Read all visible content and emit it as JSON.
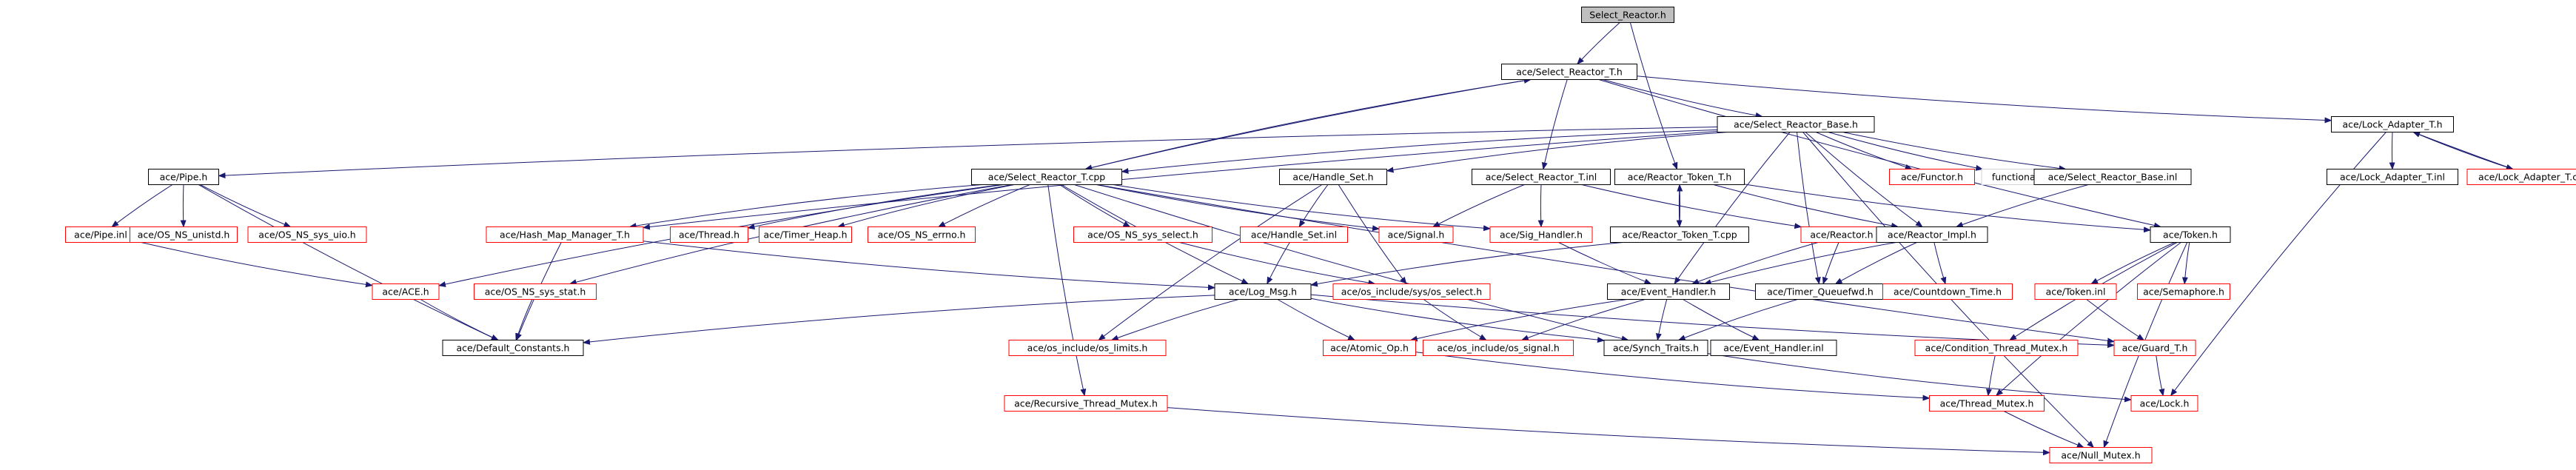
{
  "graph": {
    "nodes": [
      {
        "id": "select_reactor_h",
        "label": "Select_Reactor.h",
        "style": "root"
      },
      {
        "id": "select_reactor_t_h",
        "label": "ace/Select_Reactor_T.h",
        "style": "normal"
      },
      {
        "id": "lock_adapter_t_h",
        "label": "ace/Lock_Adapter_T.h",
        "style": "normal"
      },
      {
        "id": "select_reactor_base_h",
        "label": "ace/Select_Reactor_Base.h",
        "style": "normal"
      },
      {
        "id": "pipe_h",
        "label": "ace/Pipe.h",
        "style": "normal"
      },
      {
        "id": "select_reactor_t_cpp",
        "label": "ace/Select_Reactor_T.cpp",
        "style": "normal"
      },
      {
        "id": "handle_set_h",
        "label": "ace/Handle_Set.h",
        "style": "normal"
      },
      {
        "id": "select_reactor_t_inl",
        "label": "ace/Select_Reactor_T.inl",
        "style": "normal"
      },
      {
        "id": "reactor_token_t_h",
        "label": "ace/Reactor_Token_T.h",
        "style": "normal"
      },
      {
        "id": "functor_h",
        "label": "ace/Functor.h",
        "style": "missing"
      },
      {
        "id": "functional",
        "label": "functional",
        "style": "plain"
      },
      {
        "id": "select_reactor_base_inl",
        "label": "ace/Select_Reactor_Base.inl",
        "style": "normal"
      },
      {
        "id": "lock_adapter_t_inl",
        "label": "ace/Lock_Adapter_T.inl",
        "style": "normal"
      },
      {
        "id": "lock_adapter_t_cpp",
        "label": "ace/Lock_Adapter_T.cpp",
        "style": "missing"
      },
      {
        "id": "pipe_inl",
        "label": "ace/Pipe.inl",
        "style": "missing"
      },
      {
        "id": "os_ns_unistd_h",
        "label": "ace/OS_NS_unistd.h",
        "style": "missing"
      },
      {
        "id": "os_ns_sys_uio_h",
        "label": "ace/OS_NS_sys_uio.h",
        "style": "missing"
      },
      {
        "id": "hash_map_manager_t_h",
        "label": "ace/Hash_Map_Manager_T.h",
        "style": "missing"
      },
      {
        "id": "thread_h",
        "label": "ace/Thread.h",
        "style": "missing"
      },
      {
        "id": "timer_heap_h",
        "label": "ace/Timer_Heap.h",
        "style": "missing"
      },
      {
        "id": "os_ns_errno_h",
        "label": "ace/OS_NS_errno.h",
        "style": "missing"
      },
      {
        "id": "os_ns_sys_select_h",
        "label": "ace/OS_NS_sys_select.h",
        "style": "missing"
      },
      {
        "id": "signal_h",
        "label": "ace/Signal.h",
        "style": "missing"
      },
      {
        "id": "handle_set_inl",
        "label": "ace/Handle_Set.inl",
        "style": "missing"
      },
      {
        "id": "sig_handler_h",
        "label": "ace/Sig_Handler.h",
        "style": "missing"
      },
      {
        "id": "reactor_token_t_cpp",
        "label": "ace/Reactor_Token_T.cpp",
        "style": "normal"
      },
      {
        "id": "reactor_h",
        "label": "ace/Reactor.h",
        "style": "missing"
      },
      {
        "id": "reactor_impl_h",
        "label": "ace/Reactor_Impl.h",
        "style": "normal"
      },
      {
        "id": "token_h",
        "label": "ace/Token.h",
        "style": "normal"
      },
      {
        "id": "ace_h",
        "label": "ace/ACE.h",
        "style": "missing"
      },
      {
        "id": "os_ns_sys_stat_h",
        "label": "ace/OS_NS_sys_stat.h",
        "style": "missing"
      },
      {
        "id": "log_msg_h",
        "label": "ace/Log_Msg.h",
        "style": "normal"
      },
      {
        "id": "os_include_sys_os_select_h",
        "label": "ace/os_include/sys/os_select.h",
        "style": "missing"
      },
      {
        "id": "event_handler_h",
        "label": "ace/Event_Handler.h",
        "style": "normal"
      },
      {
        "id": "timer_queuefwd_h",
        "label": "ace/Timer_Queuefwd.h",
        "style": "normal"
      },
      {
        "id": "countdown_time_h",
        "label": "ace/Countdown_Time.h",
        "style": "missing"
      },
      {
        "id": "token_inl",
        "label": "ace/Token.inl",
        "style": "missing"
      },
      {
        "id": "semaphore_h",
        "label": "ace/Semaphore.h",
        "style": "missing"
      },
      {
        "id": "default_constants_h",
        "label": "ace/Default_Constants.h",
        "style": "normal"
      },
      {
        "id": "os_include_os_limits_h",
        "label": "ace/os_include/os_limits.h",
        "style": "missing"
      },
      {
        "id": "atomic_op_h",
        "label": "ace/Atomic_Op.h",
        "style": "missing"
      },
      {
        "id": "os_include_os_signal_h",
        "label": "ace/os_include/os_signal.h",
        "style": "missing"
      },
      {
        "id": "synch_traits_h",
        "label": "ace/Synch_Traits.h",
        "style": "normal"
      },
      {
        "id": "event_handler_inl",
        "label": "ace/Event_Handler.inl",
        "style": "normal"
      },
      {
        "id": "condition_thread_mutex_h",
        "label": "ace/Condition_Thread_Mutex.h",
        "style": "missing"
      },
      {
        "id": "guard_t_h",
        "label": "ace/Guard_T.h",
        "style": "missing"
      },
      {
        "id": "recursive_thread_mutex_h",
        "label": "ace/Recursive_Thread_Mutex.h",
        "style": "missing"
      },
      {
        "id": "thread_mutex_h",
        "label": "ace/Thread_Mutex.h",
        "style": "missing"
      },
      {
        "id": "lock_h",
        "label": "ace/Lock.h",
        "style": "missing"
      },
      {
        "id": "null_mutex_h",
        "label": "ace/Null_Mutex.h",
        "style": "missing"
      }
    ],
    "edges": [
      [
        "select_reactor_h",
        "select_reactor_t_h"
      ],
      [
        "select_reactor_h",
        "reactor_token_t_h"
      ],
      [
        "select_reactor_t_h",
        "select_reactor_base_h"
      ],
      [
        "select_reactor_t_h",
        "lock_adapter_t_h"
      ],
      [
        "select_reactor_t_h",
        "select_reactor_t_cpp"
      ],
      [
        "select_reactor_t_cpp",
        "select_reactor_t_h"
      ],
      [
        "select_reactor_t_h",
        "select_reactor_t_inl"
      ],
      [
        "select_reactor_t_h",
        "token_h"
      ],
      [
        "lock_adapter_t_h",
        "lock_adapter_t_inl"
      ],
      [
        "lock_adapter_t_h",
        "lock_adapter_t_cpp"
      ],
      [
        "lock_adapter_t_cpp",
        "lock_adapter_t_h"
      ],
      [
        "lock_adapter_t_h",
        "lock_h"
      ],
      [
        "select_reactor_base_h",
        "pipe_h"
      ],
      [
        "select_reactor_base_h",
        "handle_set_h"
      ],
      [
        "select_reactor_base_h",
        "functor_h"
      ],
      [
        "select_reactor_base_h",
        "functional"
      ],
      [
        "select_reactor_base_h",
        "select_reactor_base_inl"
      ],
      [
        "select_reactor_base_h",
        "reactor_impl_h"
      ],
      [
        "select_reactor_base_h",
        "event_handler_h"
      ],
      [
        "select_reactor_base_h",
        "timer_queuefwd_h"
      ],
      [
        "select_reactor_base_h",
        "null_mutex_h"
      ],
      [
        "select_reactor_base_h",
        "hash_map_manager_t_h"
      ],
      [
        "select_reactor_base_h",
        "select_reactor_t_cpp"
      ],
      [
        "pipe_h",
        "pipe_inl"
      ],
      [
        "pipe_h",
        "os_ns_unistd_h"
      ],
      [
        "pipe_h",
        "os_ns_sys_uio_h"
      ],
      [
        "pipe_h",
        "default_constants_h"
      ],
      [
        "pipe_inl",
        "ace_h"
      ],
      [
        "select_reactor_t_cpp",
        "ace_h"
      ],
      [
        "select_reactor_t_cpp",
        "os_ns_sys_stat_h"
      ],
      [
        "select_reactor_t_cpp",
        "hash_map_manager_t_h"
      ],
      [
        "select_reactor_t_cpp",
        "thread_h"
      ],
      [
        "select_reactor_t_cpp",
        "timer_heap_h"
      ],
      [
        "select_reactor_t_cpp",
        "os_ns_errno_h"
      ],
      [
        "select_reactor_t_cpp",
        "os_ns_sys_select_h"
      ],
      [
        "select_reactor_t_cpp",
        "signal_h"
      ],
      [
        "select_reactor_t_cpp",
        "sig_handler_h"
      ],
      [
        "select_reactor_t_cpp",
        "log_msg_h"
      ],
      [
        "select_reactor_t_cpp",
        "synch_traits_h"
      ],
      [
        "select_reactor_t_cpp",
        "recursive_thread_mutex_h"
      ],
      [
        "select_reactor_t_cpp",
        "guard_t_h"
      ],
      [
        "handle_set_h",
        "handle_set_inl"
      ],
      [
        "handle_set_h",
        "os_include_sys_os_select_h"
      ],
      [
        "handle_set_h",
        "os_include_os_limits_h"
      ],
      [
        "handle_set_inl",
        "log_msg_h"
      ],
      [
        "os_ns_sys_select_h",
        "os_include_sys_os_select_h"
      ],
      [
        "select_reactor_t_inl",
        "signal_h"
      ],
      [
        "select_reactor_t_inl",
        "sig_handler_h"
      ],
      [
        "select_reactor_t_inl",
        "reactor_h"
      ],
      [
        "reactor_token_t_h",
        "reactor_token_t_cpp"
      ],
      [
        "reactor_token_t_cpp",
        "reactor_token_t_h"
      ],
      [
        "reactor_token_t_h",
        "reactor_impl_h"
      ],
      [
        "reactor_token_t_h",
        "token_h"
      ],
      [
        "reactor_token_t_cpp",
        "log_msg_h"
      ],
      [
        "select_reactor_base_inl",
        "reactor_impl_h"
      ],
      [
        "sig_handler_h",
        "event_handler_h"
      ],
      [
        "reactor_h",
        "event_handler_h"
      ],
      [
        "reactor_h",
        "timer_queuefwd_h"
      ],
      [
        "reactor_impl_h",
        "timer_queuefwd_h"
      ],
      [
        "reactor_impl_h",
        "event_handler_h"
      ],
      [
        "reactor_impl_h",
        "countdown_time_h"
      ],
      [
        "token_h",
        "token_inl"
      ],
      [
        "token_h",
        "semaphore_h"
      ],
      [
        "token_h",
        "condition_thread_mutex_h"
      ],
      [
        "token_h",
        "thread_mutex_h"
      ],
      [
        "token_h",
        "null_mutex_h"
      ],
      [
        "token_inl",
        "guard_t_h"
      ],
      [
        "ace_h",
        "default_constants_h"
      ],
      [
        "os_ns_sys_stat_h",
        "default_constants_h"
      ],
      [
        "hash_map_manager_t_h",
        "default_constants_h"
      ],
      [
        "hash_map_manager_t_h",
        "log_msg_h"
      ],
      [
        "log_msg_h",
        "default_constants_h"
      ],
      [
        "log_msg_h",
        "os_include_os_limits_h"
      ],
      [
        "log_msg_h",
        "atomic_op_h"
      ],
      [
        "log_msg_h",
        "synch_traits_h"
      ],
      [
        "log_msg_h",
        "guard_t_h"
      ],
      [
        "os_include_sys_os_select_h",
        "os_include_os_signal_h"
      ],
      [
        "event_handler_h",
        "atomic_op_h"
      ],
      [
        "event_handler_h",
        "os_include_os_signal_h"
      ],
      [
        "event_handler_h",
        "synch_traits_h"
      ],
      [
        "event_handler_h",
        "event_handler_inl"
      ],
      [
        "timer_queuefwd_h",
        "synch_traits_h"
      ],
      [
        "atomic_op_h",
        "thread_mutex_h"
      ],
      [
        "synch_traits_h",
        "lock_h"
      ],
      [
        "condition_thread_mutex_h",
        "thread_mutex_h"
      ],
      [
        "guard_t_h",
        "lock_h"
      ],
      [
        "recursive_thread_mutex_h",
        "null_mutex_h"
      ],
      [
        "thread_mutex_h",
        "null_mutex_h"
      ]
    ]
  }
}
